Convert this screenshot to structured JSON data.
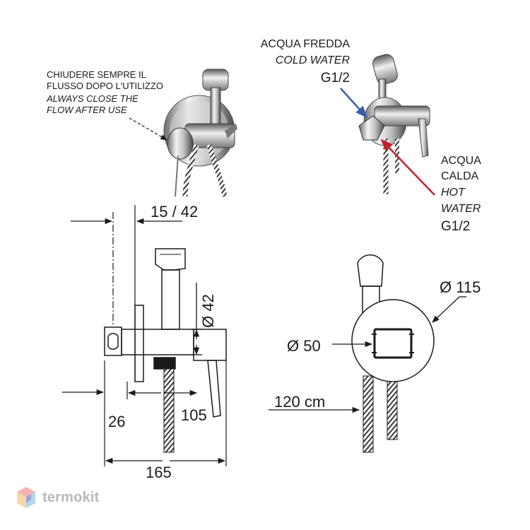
{
  "note": {
    "it_line1": "CHIUDERE SEMPRE IL",
    "it_line2": "FLUSSO DOPO L'UTILIZZO",
    "en_line1": "ALWAYS CLOSE THE",
    "en_line2": "FLOW AFTER  USE"
  },
  "cold": {
    "it": "ACQUA FREDDA",
    "en": "COLD WATER",
    "thread": "G1/2",
    "arrow_color": "#3a5fa8"
  },
  "hot": {
    "it_line1": "ACQUA",
    "it_line2": "CALDA",
    "en_line1": "HOT",
    "en_line2": "WATER",
    "thread": "G1/2",
    "arrow_color": "#c8202a"
  },
  "dims": {
    "d1": "15 / 42",
    "d2": "Ø 42",
    "d3": "26",
    "d4": "105",
    "d5": "165",
    "d6": "Ø 115",
    "d7": "Ø 50",
    "d8": "120 cm"
  },
  "brand": {
    "name": "termokit",
    "colors": [
      "#e8574f",
      "#f2a33a",
      "#5aa0d8",
      "#8a62c7"
    ]
  }
}
